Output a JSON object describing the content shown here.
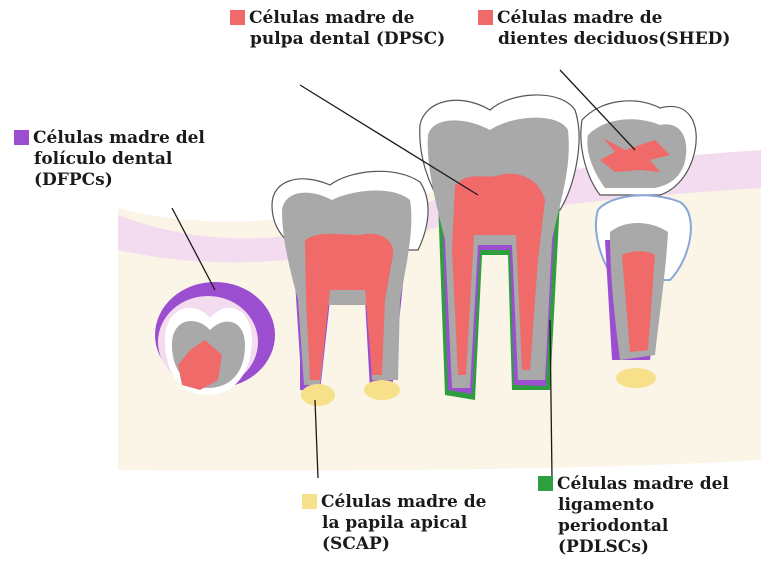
{
  "colors": {
    "gum": "#f3dcef",
    "bone": "#fbf5e8",
    "enamel": "#ffffff",
    "dentin": "#a9a9a9",
    "pulp": "#f06a6a",
    "follicle": "#9b4fd0",
    "ligament": "#2e9e3e",
    "apical_papilla": "#f6e08a",
    "successor_outline": "#8aa6d8",
    "leader": "#1a1a1a"
  },
  "labels": {
    "dpsc": {
      "line1": "Células madre de",
      "line2": "pulpa dental (DPSC)",
      "swatch": "pulp",
      "icon": "square-swatch"
    },
    "shed": {
      "line1": "Células madre de",
      "line2": "dientes deciduos(SHED)",
      "swatch": "pulp",
      "icon": "square-swatch"
    },
    "dfpc": {
      "line1": "Células madre del",
      "line2": "folículo dental",
      "line3": "(DFPCs)",
      "swatch": "follicle",
      "icon": "square-swatch"
    },
    "scap": {
      "line1": "Células madre de",
      "line2": "la papila apical",
      "line3": "(SCAP)",
      "swatch": "apical_papilla",
      "icon": "square-swatch"
    },
    "pdlsc": {
      "line1": "Células madre del",
      "line2": "ligamento",
      "line3": "periodontal",
      "line4": "(PDLSCs)",
      "swatch": "ligament",
      "icon": "square-swatch"
    }
  }
}
